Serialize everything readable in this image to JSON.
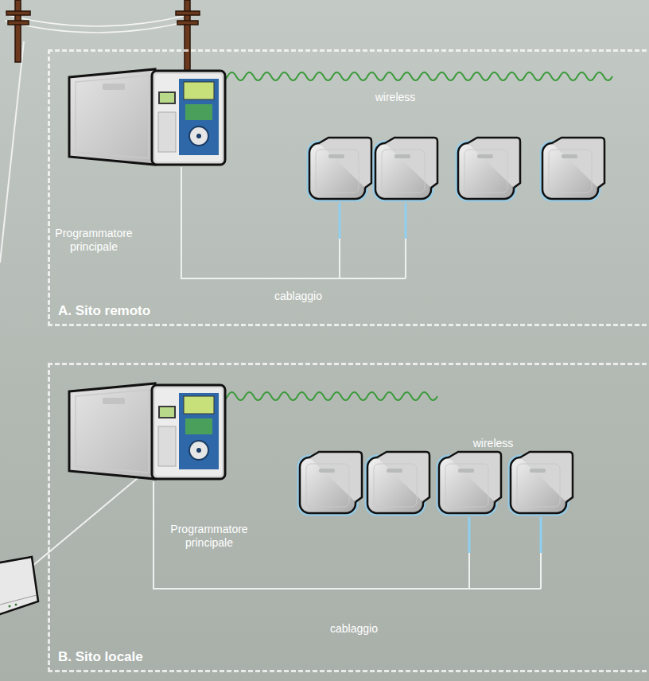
{
  "diagram": {
    "nodes": [
      {
        "text": [
          "A. Sito remoto"
        ]
      },
      {
        "text": [
          "Programmatore principale"
        ],
        "in": 0
      },
      {
        "text": [
          "B. Sito locale"
        ]
      },
      {
        "text": [
          "Programmatore principale"
        ],
        "in": 2
      }
    ],
    "labels": [
      "wireless",
      "cablaggio",
      "wireless",
      "cablaggio"
    ]
  }
}
